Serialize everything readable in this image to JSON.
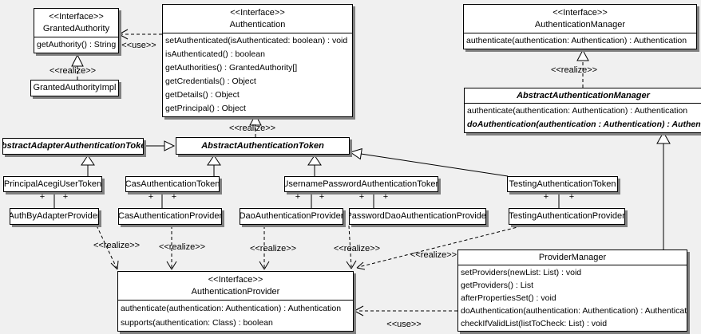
{
  "colors": {
    "background": "#f0f0f0",
    "box_fill": "#ffffff",
    "box_border": "#000000",
    "box_shadow": "#808080",
    "line": "#000000"
  },
  "labels": {
    "use": "<<use>>",
    "realize": "<<realize>>",
    "plus": "+"
  },
  "classes": {
    "granted_authority": {
      "stereotype": "<<Interface>>",
      "name": "GrantedAuthority",
      "methods": [
        "getAuthority() : String"
      ]
    },
    "granted_authority_impl": {
      "name": "GrantedAuthorityImpl"
    },
    "authentication": {
      "stereotype": "<<Interface>>",
      "name": "Authentication",
      "methods": [
        "setAuthenticated(isAuthenticated: boolean) : void",
        "isAuthenticated() : boolean",
        "getAuthorities() : GrantedAuthority[]",
        "getCredentials() : Object",
        "getDetails() : Object",
        "getPrincipal() : Object"
      ]
    },
    "authentication_manager": {
      "stereotype": "<<Interface>>",
      "name": "AuthenticationManager",
      "methods": [
        "authenticate(authentication: Authentication) : Authentication"
      ]
    },
    "abstract_authentication_manager": {
      "name": "AbstractAuthenticationManager",
      "methods": [
        "authenticate(authentication: Authentication) : Authentication",
        "doAuthentication(authentication : Authentication) : Authentication"
      ]
    },
    "abstract_adapter_authentication_token": {
      "name": "AbstractAdapterAuthenticationToken"
    },
    "abstract_authentication_token": {
      "name": "AbstractAuthenticationToken"
    },
    "principal_acegi_user_token": {
      "name": "PrincipalAcegiUserToken"
    },
    "cas_authentication_token": {
      "name": "CasAuthenticationToken"
    },
    "username_password_authentication_token": {
      "name": "UsernamePasswordAuthenticationToken"
    },
    "testing_authentication_token": {
      "name": "TestingAuthenticationToken"
    },
    "auth_by_adapter_provider": {
      "name": "AuthByAdapterProvider"
    },
    "cas_authentication_provider": {
      "name": "CasAuthenticationProvider"
    },
    "dao_authentication_provider": {
      "name": "DaoAuthenticationProvider"
    },
    "password_dao_authentication_provider": {
      "name": "PasswordDaoAuthenticationProvider"
    },
    "testing_authentication_provider": {
      "name": "TestingAuthenticationProvider"
    },
    "authentication_provider": {
      "stereotype": "<<Interface>>",
      "name": "AuthenticationProvider",
      "methods": [
        "authenticate(authentication: Authentication) : Authentication",
        "supports(authentication: Class) : boolean"
      ]
    },
    "provider_manager": {
      "name": "ProviderManager",
      "methods": [
        "setProviders(newList: List) : void",
        "getProviders() : List",
        "afterPropertiesSet() : void",
        "doAuthentication(authentication: Authentication) : Authentication",
        "checkIfValidList(listToCheck: List) : void"
      ]
    }
  }
}
